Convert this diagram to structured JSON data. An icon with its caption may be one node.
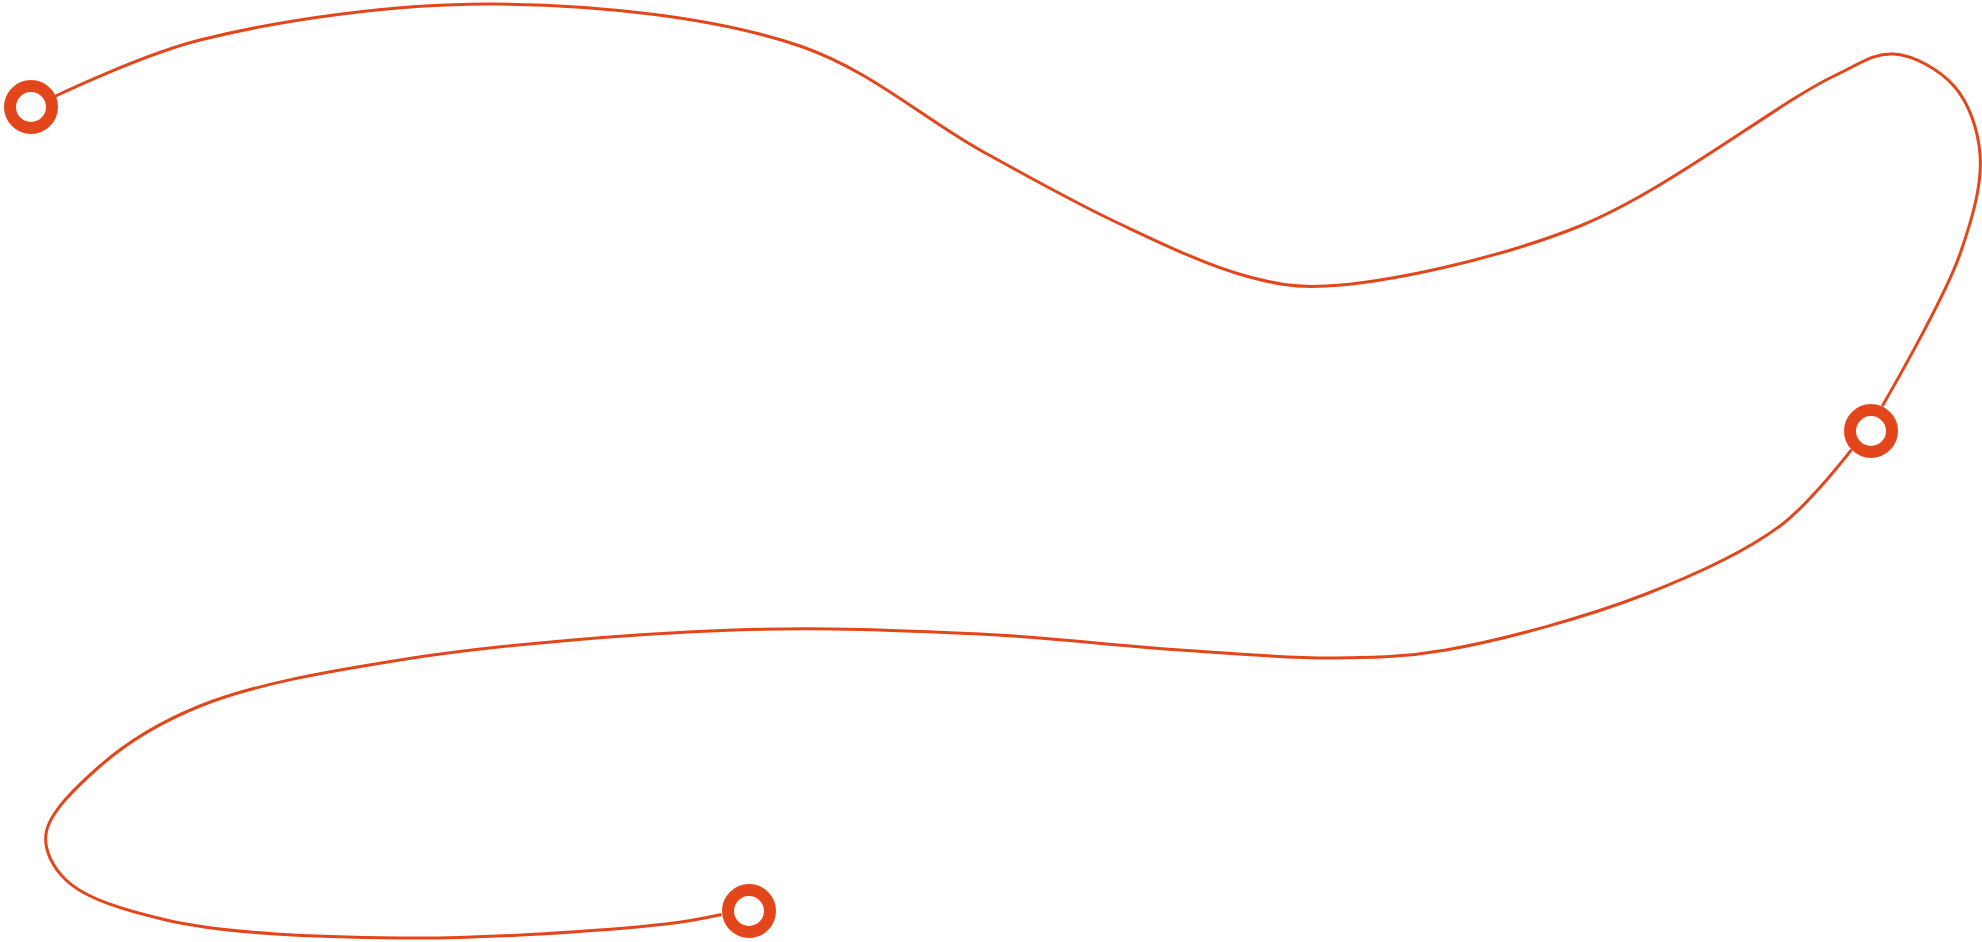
{
  "diagram": {
    "nodes": [
      {
        "text": [],
        "shape": "circle"
      },
      {
        "text": [],
        "shape": "circle"
      },
      {
        "text": [],
        "shape": "circle"
      }
    ],
    "edges": [
      {
        "from": 0,
        "to": 1,
        "arrow": "none"
      },
      {
        "from": 1,
        "to": 2,
        "arrow": "none"
      }
    ]
  }
}
